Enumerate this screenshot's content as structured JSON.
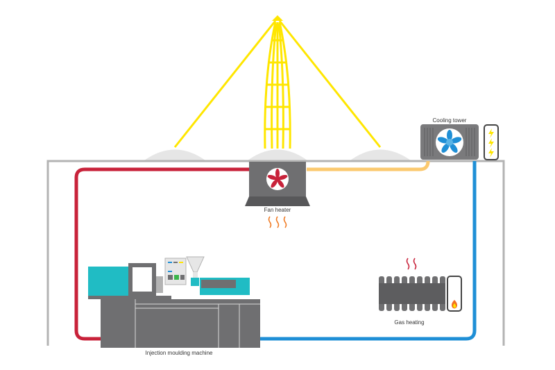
{
  "labels": {
    "cooling_tower": "Cooling tower",
    "fan_heater": "Fan heater",
    "gas_heating": "Gas heating",
    "injection_machine": "Injection moulding machine"
  },
  "colors": {
    "hot_pipe": "#c8223a",
    "warm_pipe": "#fbc96f",
    "cold_pipe": "#1f8fd6",
    "building_wall": "#b3b3b3",
    "light_rays": "#ffe600",
    "dome": "#e6e6e6",
    "machine_body": "#6f6f71",
    "machine_accent": "#20bcc4",
    "heater_fan": "#c8223a",
    "cooling_fan": "#1f8fd6",
    "heat_waves_fan": "#f07a22",
    "heat_waves_gas": "#c8223a",
    "flame": "#f36f21",
    "lightning": "#ffe600"
  }
}
